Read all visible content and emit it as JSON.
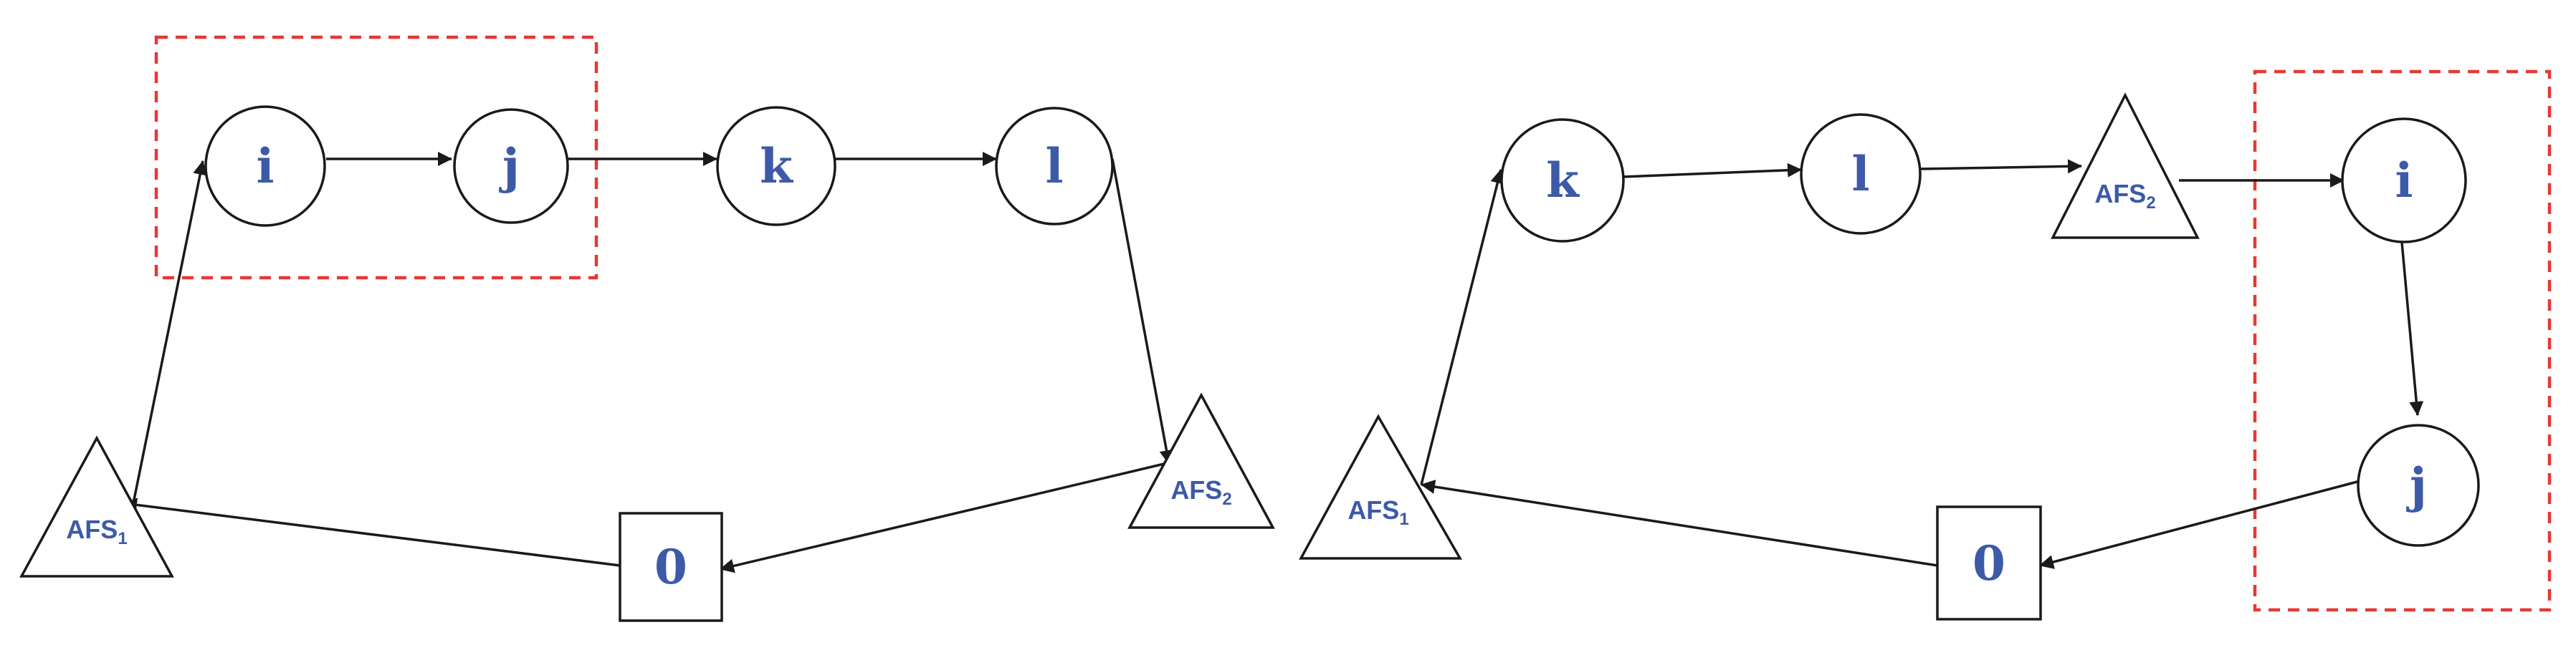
{
  "colors": {
    "node_label": "#3d5aa8",
    "stroke": "#1a1a1a",
    "highlight": "#e53935",
    "background": "#ffffff"
  },
  "left_diagram": {
    "nodes": {
      "i": "i",
      "j": "j",
      "k": "k",
      "l": "l",
      "depot": "0",
      "afs1": {
        "main": "AFS",
        "sub": "1"
      },
      "afs2": {
        "main": "AFS",
        "sub": "2"
      }
    }
  },
  "right_diagram": {
    "nodes": {
      "k": "k",
      "l": "l",
      "i": "i",
      "j": "j",
      "depot": "0",
      "afs1": {
        "main": "AFS",
        "sub": "1"
      },
      "afs2": {
        "main": "AFS",
        "sub": "2"
      }
    }
  }
}
